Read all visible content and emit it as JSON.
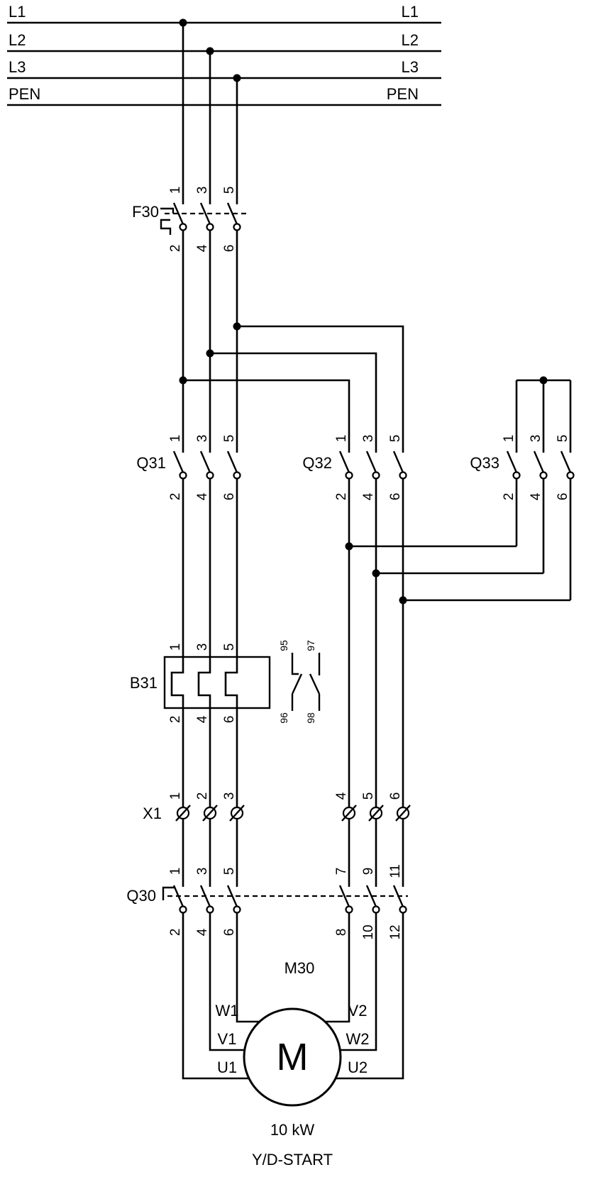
{
  "rails": {
    "left": [
      "L1",
      "L2",
      "L3",
      "PEN"
    ],
    "right": [
      "L1",
      "L2",
      "L3",
      "PEN"
    ]
  },
  "f30": {
    "label": "F30",
    "top": [
      "1",
      "3",
      "5"
    ],
    "bottom": [
      "2",
      "4",
      "6"
    ]
  },
  "q31": {
    "label": "Q31",
    "top": [
      "1",
      "3",
      "5"
    ],
    "bottom": [
      "2",
      "4",
      "6"
    ]
  },
  "q32": {
    "label": "Q32",
    "top": [
      "1",
      "3",
      "5"
    ],
    "bottom": [
      "2",
      "4",
      "6"
    ]
  },
  "q33": {
    "label": "Q33",
    "top": [
      "1",
      "3",
      "5"
    ],
    "bottom": [
      "2",
      "4",
      "6"
    ]
  },
  "b31": {
    "label": "B31",
    "top": [
      "1",
      "3",
      "5"
    ],
    "bottom": [
      "2",
      "4",
      "6"
    ],
    "aux": {
      "nc_top": "95",
      "nc_bottom": "96",
      "no_top": "97",
      "no_bottom": "98"
    }
  },
  "x1": {
    "label": "X1",
    "terminals": [
      "1",
      "2",
      "3",
      "4",
      "5",
      "6"
    ]
  },
  "q30": {
    "label": "Q30",
    "top": [
      "1",
      "3",
      "5",
      "7",
      "9",
      "11"
    ],
    "bottom": [
      "2",
      "4",
      "6",
      "8",
      "10",
      "12"
    ]
  },
  "m30": {
    "label": "M30",
    "symbol": "M",
    "terminals_left": [
      "W1",
      "V1",
      "U1"
    ],
    "terminals_right": [
      "V2",
      "W2",
      "U2"
    ],
    "rating": "10 kW",
    "start_mode": "Y/D-START"
  },
  "colors": {
    "line": "#000000",
    "background": "#ffffff"
  }
}
